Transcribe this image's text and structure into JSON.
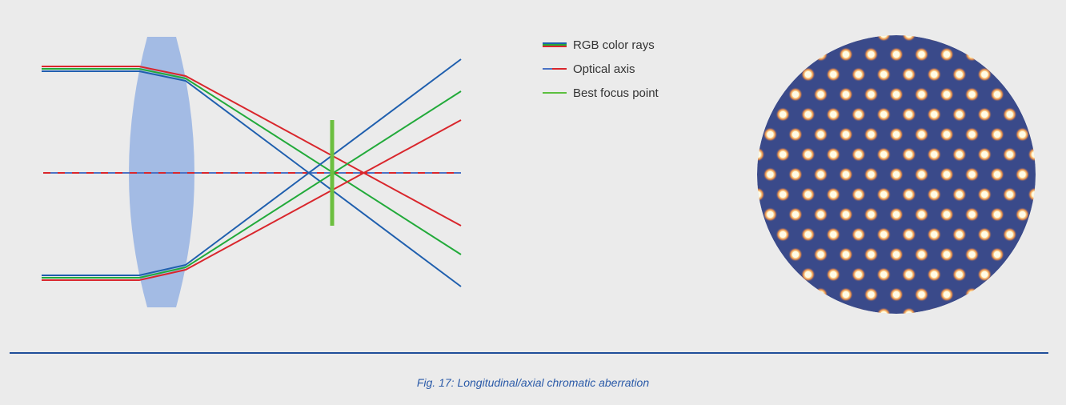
{
  "legend": {
    "items": [
      {
        "label": "RGB color rays",
        "colors": [
          "#1f5fae",
          "#22aa3a",
          "#d9262c"
        ]
      },
      {
        "label": "Optical axis",
        "colors": [
          "#4a72c4",
          "#d9262c"
        ]
      },
      {
        "label": "Best focus point",
        "colors": [
          "#5cbf3f"
        ]
      }
    ]
  },
  "caption": "Fig. 17: Longitudinal/axial chromatic aberration",
  "colors": {
    "background": "#ebebeb",
    "lens": "#a3bbe4",
    "red": "#d9262c",
    "green": "#22aa3a",
    "blue": "#1f5fae",
    "focus": "#6cbf3f",
    "spot_background": "#3a4a8a",
    "spot_dot": "#fff3c8",
    "rule": "#1f4e99"
  }
}
